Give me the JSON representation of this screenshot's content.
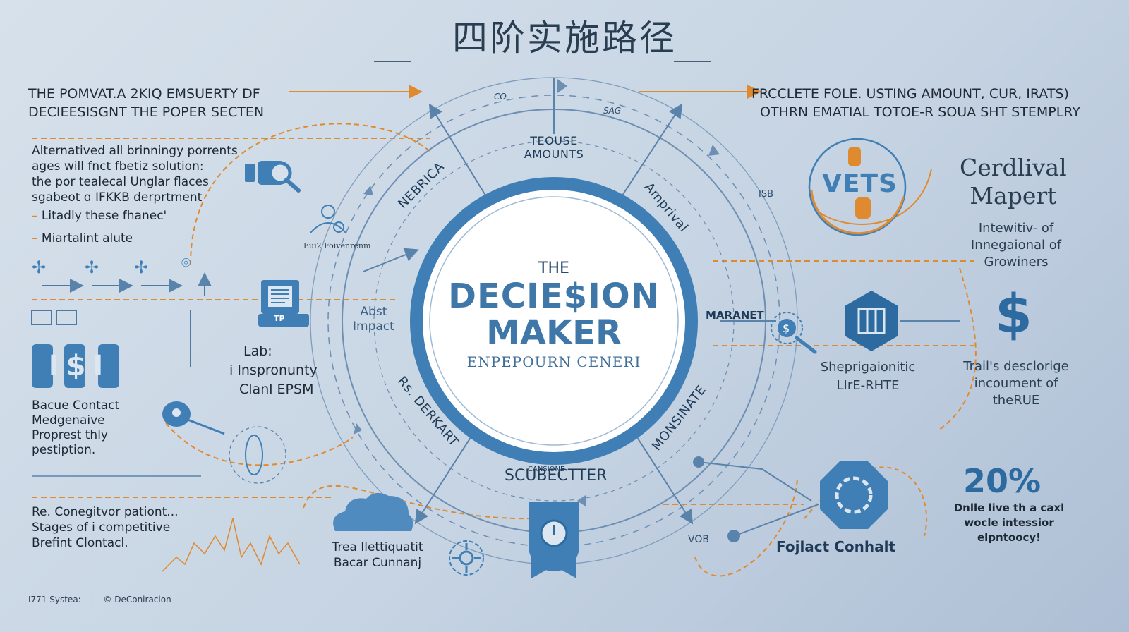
{
  "title": "四阶实施路径",
  "top_left": {
    "line1": "THE POMVAT.A 2KIQ EMSUERTY DF",
    "line2": "DECIEESISGNT THE POPER SECTEN"
  },
  "top_right": {
    "line1": "FRCCLETE FOLE. USTING AMOUNT, CUR, IRATS)",
    "line2": "OTHRN EMATIAL TOTOE-R SOUA SHT STEMPLRY"
  },
  "left_block": {
    "lines": [
      "Alternatived all brinningy porrents",
      "ages will fnct fbetiz solution:",
      "the por tealecal Unglar flaces",
      "sgabeot ɑ IFKKB derprtment"
    ],
    "bullets": [
      "Litadly these fhanec'",
      "Miartalint alute"
    ]
  },
  "icon_caption_fove": "Eui2 Foivenrenm",
  "lab_block": [
    "Lab:",
    "i Inspronunty",
    "Clanl EPSM"
  ],
  "tp_label": "TP",
  "coins_label": "I$I",
  "contact_block": [
    "Bacue Contact",
    "Medgenaive",
    "Proprest thly",
    "pestiption."
  ],
  "competitor_block": [
    "Re. Conegitvor pationt...",
    "Stages of i competitive",
    "Brefint Clontacl."
  ],
  "cloud_caption": [
    "Trea Ilettiquatit",
    "Bacar Cunnanj"
  ],
  "footer": {
    "left": "I771 Systea:",
    "divider": "|",
    "right": "© DeConiracion"
  },
  "center": {
    "the": "THE",
    "line1": "DECIE$ION",
    "line2": "MAKER",
    "sub": "ENPEPOURN CENERI"
  },
  "ring_labels": {
    "top": [
      "TEOUSE",
      "AMOUNTS"
    ],
    "upper_left": "NEBRICA",
    "upper_right": "Amprival",
    "left": [
      "Abst",
      "Impact"
    ],
    "right": "MARANET",
    "lower_left": "Rs. DERKART",
    "lower_right": "MONSINATE",
    "bottom": "SCUBECTTER",
    "bottom_small": "CANSIONE",
    "small_top_a": "CO",
    "small_top_b": "SAG",
    "small_right": "ISB"
  },
  "right_col": {
    "cerdlival": [
      "Cerdlival",
      "Mapert"
    ],
    "intewitiv": [
      "Intewitiv- of",
      "Innegaional of",
      "Growiners"
    ],
    "shepri": [
      "Sheprigaionitic",
      "LIrE-RHTE"
    ],
    "trails": [
      "Trail's desclorige",
      "incoument of",
      "theRUE"
    ],
    "percent": "20%",
    "percent_caption": [
      "Dnlle live th a caxl",
      "wocle intessior",
      "elpntoocy!"
    ],
    "fojlact": "Fojlact Conhalt",
    "vob": "VOB",
    "logo_text": "VETS"
  },
  "colors": {
    "accent_orange": "#e08a30",
    "primary_blue": "#3f7fb5",
    "dark_blue": "#2c6aa0",
    "line_blue": "#6d8fb3"
  },
  "icons": [
    "camera-icon",
    "magnifier-icon",
    "person-icon",
    "document-icon",
    "fan-icon",
    "coins-icon",
    "pin-icon",
    "cloud-icon",
    "gear-icon",
    "badge-icon",
    "hexagon-icon",
    "dollar-icon",
    "hub-icon"
  ]
}
